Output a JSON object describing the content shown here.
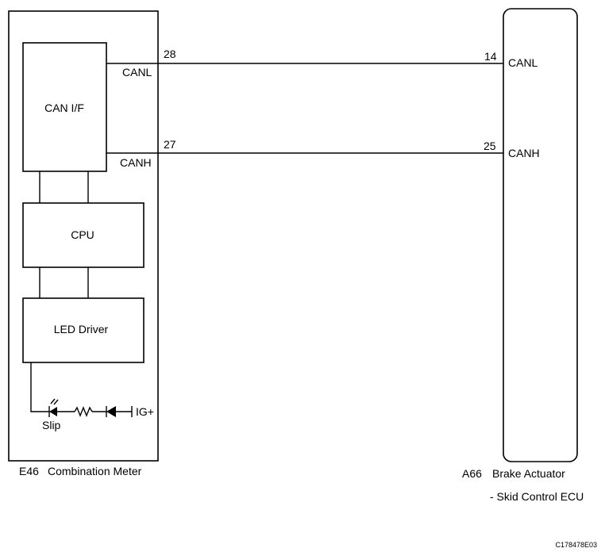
{
  "meter": {
    "code": "E46",
    "name": "Combination Meter",
    "can_if_label": "CAN I/F",
    "cpu_label": "CPU",
    "led_driver_label": "LED Driver",
    "slip_label": "Slip",
    "ig_label": "IG+"
  },
  "ecu": {
    "code": "A66",
    "name": "Brake Actuator",
    "subname": "- Skid Control ECU"
  },
  "wires": [
    {
      "meter_pin": "28",
      "meter_signal": "CANL",
      "ecu_pin": "14",
      "ecu_signal": "CANL"
    },
    {
      "meter_pin": "27",
      "meter_signal": "CANH",
      "ecu_pin": "25",
      "ecu_signal": "CANH"
    }
  ],
  "figure_id": "C178478E03"
}
